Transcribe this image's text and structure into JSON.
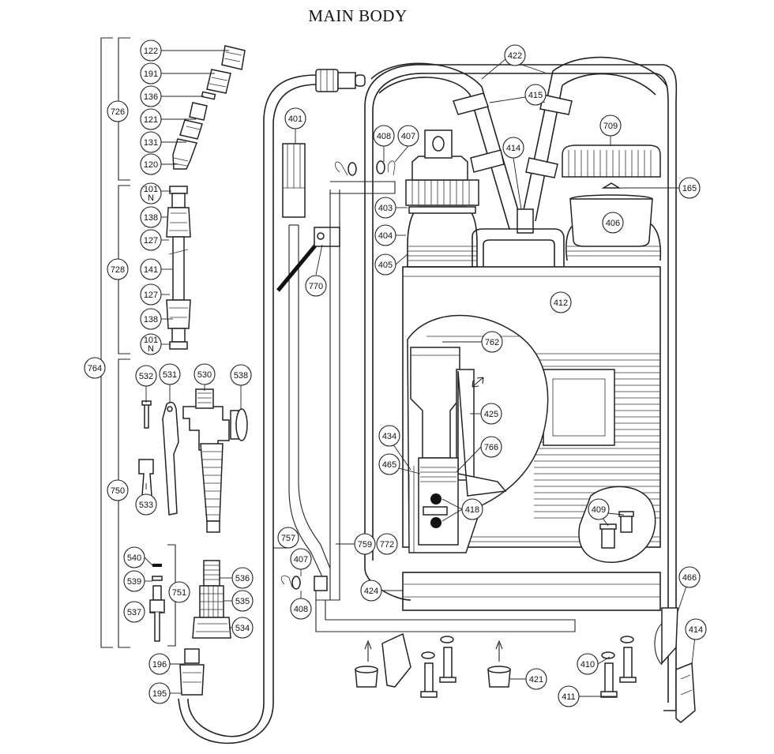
{
  "title": "MAIN BODY",
  "part_numbers": {
    "p122": "122",
    "p191": "191",
    "p136": "136",
    "p121": "121",
    "p131": "131",
    "p120": "120",
    "p726": "726",
    "p101a": "101",
    "p101b": "101",
    "p138a": "138",
    "p127a": "127",
    "p141": "141",
    "p728": "728",
    "p127b": "127",
    "p138b": "138",
    "p764": "764",
    "p532": "532",
    "p531": "531",
    "p530": "530",
    "p538": "538",
    "p533": "533",
    "p750": "750",
    "p540": "540",
    "p539": "539",
    "p751": "751",
    "p537": "537",
    "p536": "536",
    "p535": "535",
    "p534": "534",
    "p196": "196",
    "p195": "195",
    "p757": "757",
    "p401": "401",
    "p770": "770",
    "p408a": "408",
    "p407a": "407",
    "p403": "403",
    "p404": "404",
    "p405": "405",
    "p422": "422",
    "p415": "415",
    "p414a": "414",
    "p709": "709",
    "p165": "165",
    "p406": "406",
    "p412": "412",
    "p762": "762",
    "p425": "425",
    "p434": "434",
    "p465": "465",
    "p766": "766",
    "p418": "418",
    "p759": "759",
    "p772": "772",
    "p409": "409",
    "p407b": "407",
    "p408b": "408",
    "p424": "424",
    "p466": "466",
    "p414b": "414",
    "p410": "410",
    "p421": "421",
    "p411": "411"
  },
  "sub_labels": {
    "n1": "N",
    "n2": "N"
  },
  "colors": {
    "line": "#222222",
    "background": "#ffffff",
    "dot": "#111111"
  }
}
